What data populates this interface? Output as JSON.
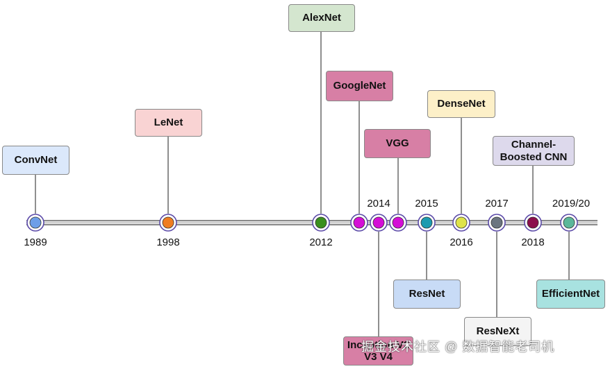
{
  "models": [
    {
      "id": "convnet",
      "label": "ConvNet",
      "year": "1989",
      "fill": "#dbe8fb",
      "node": "#6d9ee8"
    },
    {
      "id": "lenet",
      "label": "LeNet",
      "year": "1998",
      "fill": "#f9d3d3",
      "node": "#ef7d22"
    },
    {
      "id": "alexnet",
      "label": "AlexNet",
      "year": "2012",
      "fill": "#d4e6cf",
      "node": "#3a8f1f"
    },
    {
      "id": "googlenet",
      "label": "GoogleNet",
      "year": "",
      "fill": "#d77fa5",
      "node": "#d40fd6"
    },
    {
      "id": "inception",
      "label": "Inception V2 V3 V4",
      "year": "",
      "fill": "#d77fa5",
      "node": "#d40fd6"
    },
    {
      "id": "vgg",
      "label": "VGG",
      "year": "2014",
      "fill": "#d77fa5",
      "node": "#d40fd6"
    },
    {
      "id": "resnet",
      "label": "ResNet",
      "year": "2015",
      "fill": "#c8dbf6",
      "node": "#1d9bb0"
    },
    {
      "id": "densenet",
      "label": "DenseNet",
      "year": "2016",
      "fill": "#fdf0c8",
      "node": "#dfe34a"
    },
    {
      "id": "resnext",
      "label": "ResNeXt",
      "year": "2017",
      "fill": "#f4f4f4",
      "node": "#6b7580"
    },
    {
      "id": "channel_boosted",
      "label": "Channel-Boosted CNN",
      "year": "2018",
      "fill": "#ddd9ec",
      "node": "#8c0e4c"
    },
    {
      "id": "efficientnet",
      "label": "EfficientNet",
      "year": "2019/20",
      "fill": "#a8e2e0",
      "node": "#5bb79a"
    }
  ],
  "watermark": "掘金技术社区 @ 数据智能老司机",
  "colors": {
    "timeline": "#8a8a8a",
    "node_ring": "#5b4aa8"
  }
}
